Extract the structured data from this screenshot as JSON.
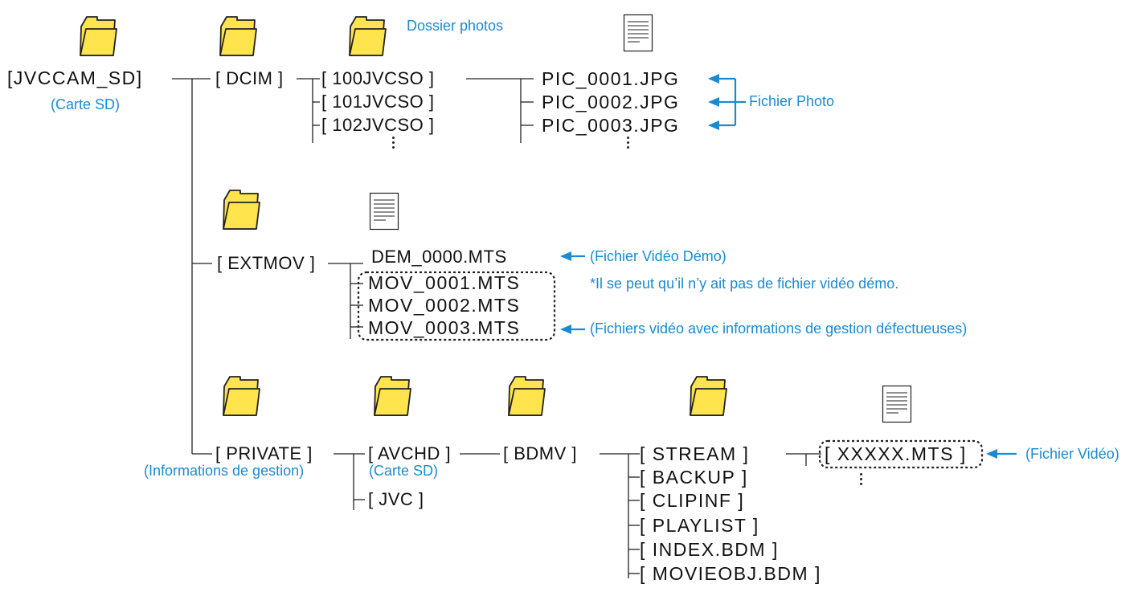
{
  "colors": {
    "accent": "#1a8bd0",
    "folder_fill": "#ffe44d",
    "folder_stroke": "#222222",
    "line": "#222222"
  },
  "icons": {
    "folder": "folder-icon",
    "file": "file-icon",
    "arrow": "arrow-left-icon",
    "more": "ellipsis-vertical-icon"
  },
  "root": {
    "name": "[JVCCAM_SD]",
    "caption": "(Carte SD)"
  },
  "dcim": {
    "name": "[ DCIM ]",
    "subfolder_caption": "Dossier photos",
    "subfolders": [
      "[ 100JVCSO ]",
      "[ 101JVCSO ]",
      "[ 102JVCSO ]"
    ],
    "files": [
      "PIC_0001.JPG",
      "PIC_0002.JPG",
      "PIC_0003.JPG"
    ],
    "files_caption": "Fichier Photo"
  },
  "extmov": {
    "name": "[ EXTMOV ]",
    "files": [
      "DEM_0000.MTS",
      "MOV_0001.MTS",
      "MOV_0002.MTS",
      "MOV_0003.MTS"
    ],
    "demo_caption": "(Fichier Vidéo Démo)",
    "demo_note": "*Il se peut qu’il n’y ait pas de fichier vidéo démo.",
    "defective_caption": "(Fichiers vidéo avec informations de gestion défectueuses)"
  },
  "private": {
    "name": "[ PRIVATE ]",
    "caption": "(Informations de gestion)",
    "avchd": {
      "name": "[ AVCHD ]",
      "caption": "(Carte SD)"
    },
    "jvc": "[ JVC ]",
    "bdmv": "[ BDMV ]",
    "bdmv_items": [
      "[ STREAM ]",
      "[ BACKUP ]",
      "[ CLIPINF ]",
      "[ PLAYLIST ]",
      "[ INDEX.BDM ]",
      "[ MOVIEOBJ.BDM ]"
    ],
    "stream_file": "[ XXXXX.MTS ]",
    "stream_caption": "(Fichier Vidéo)"
  }
}
